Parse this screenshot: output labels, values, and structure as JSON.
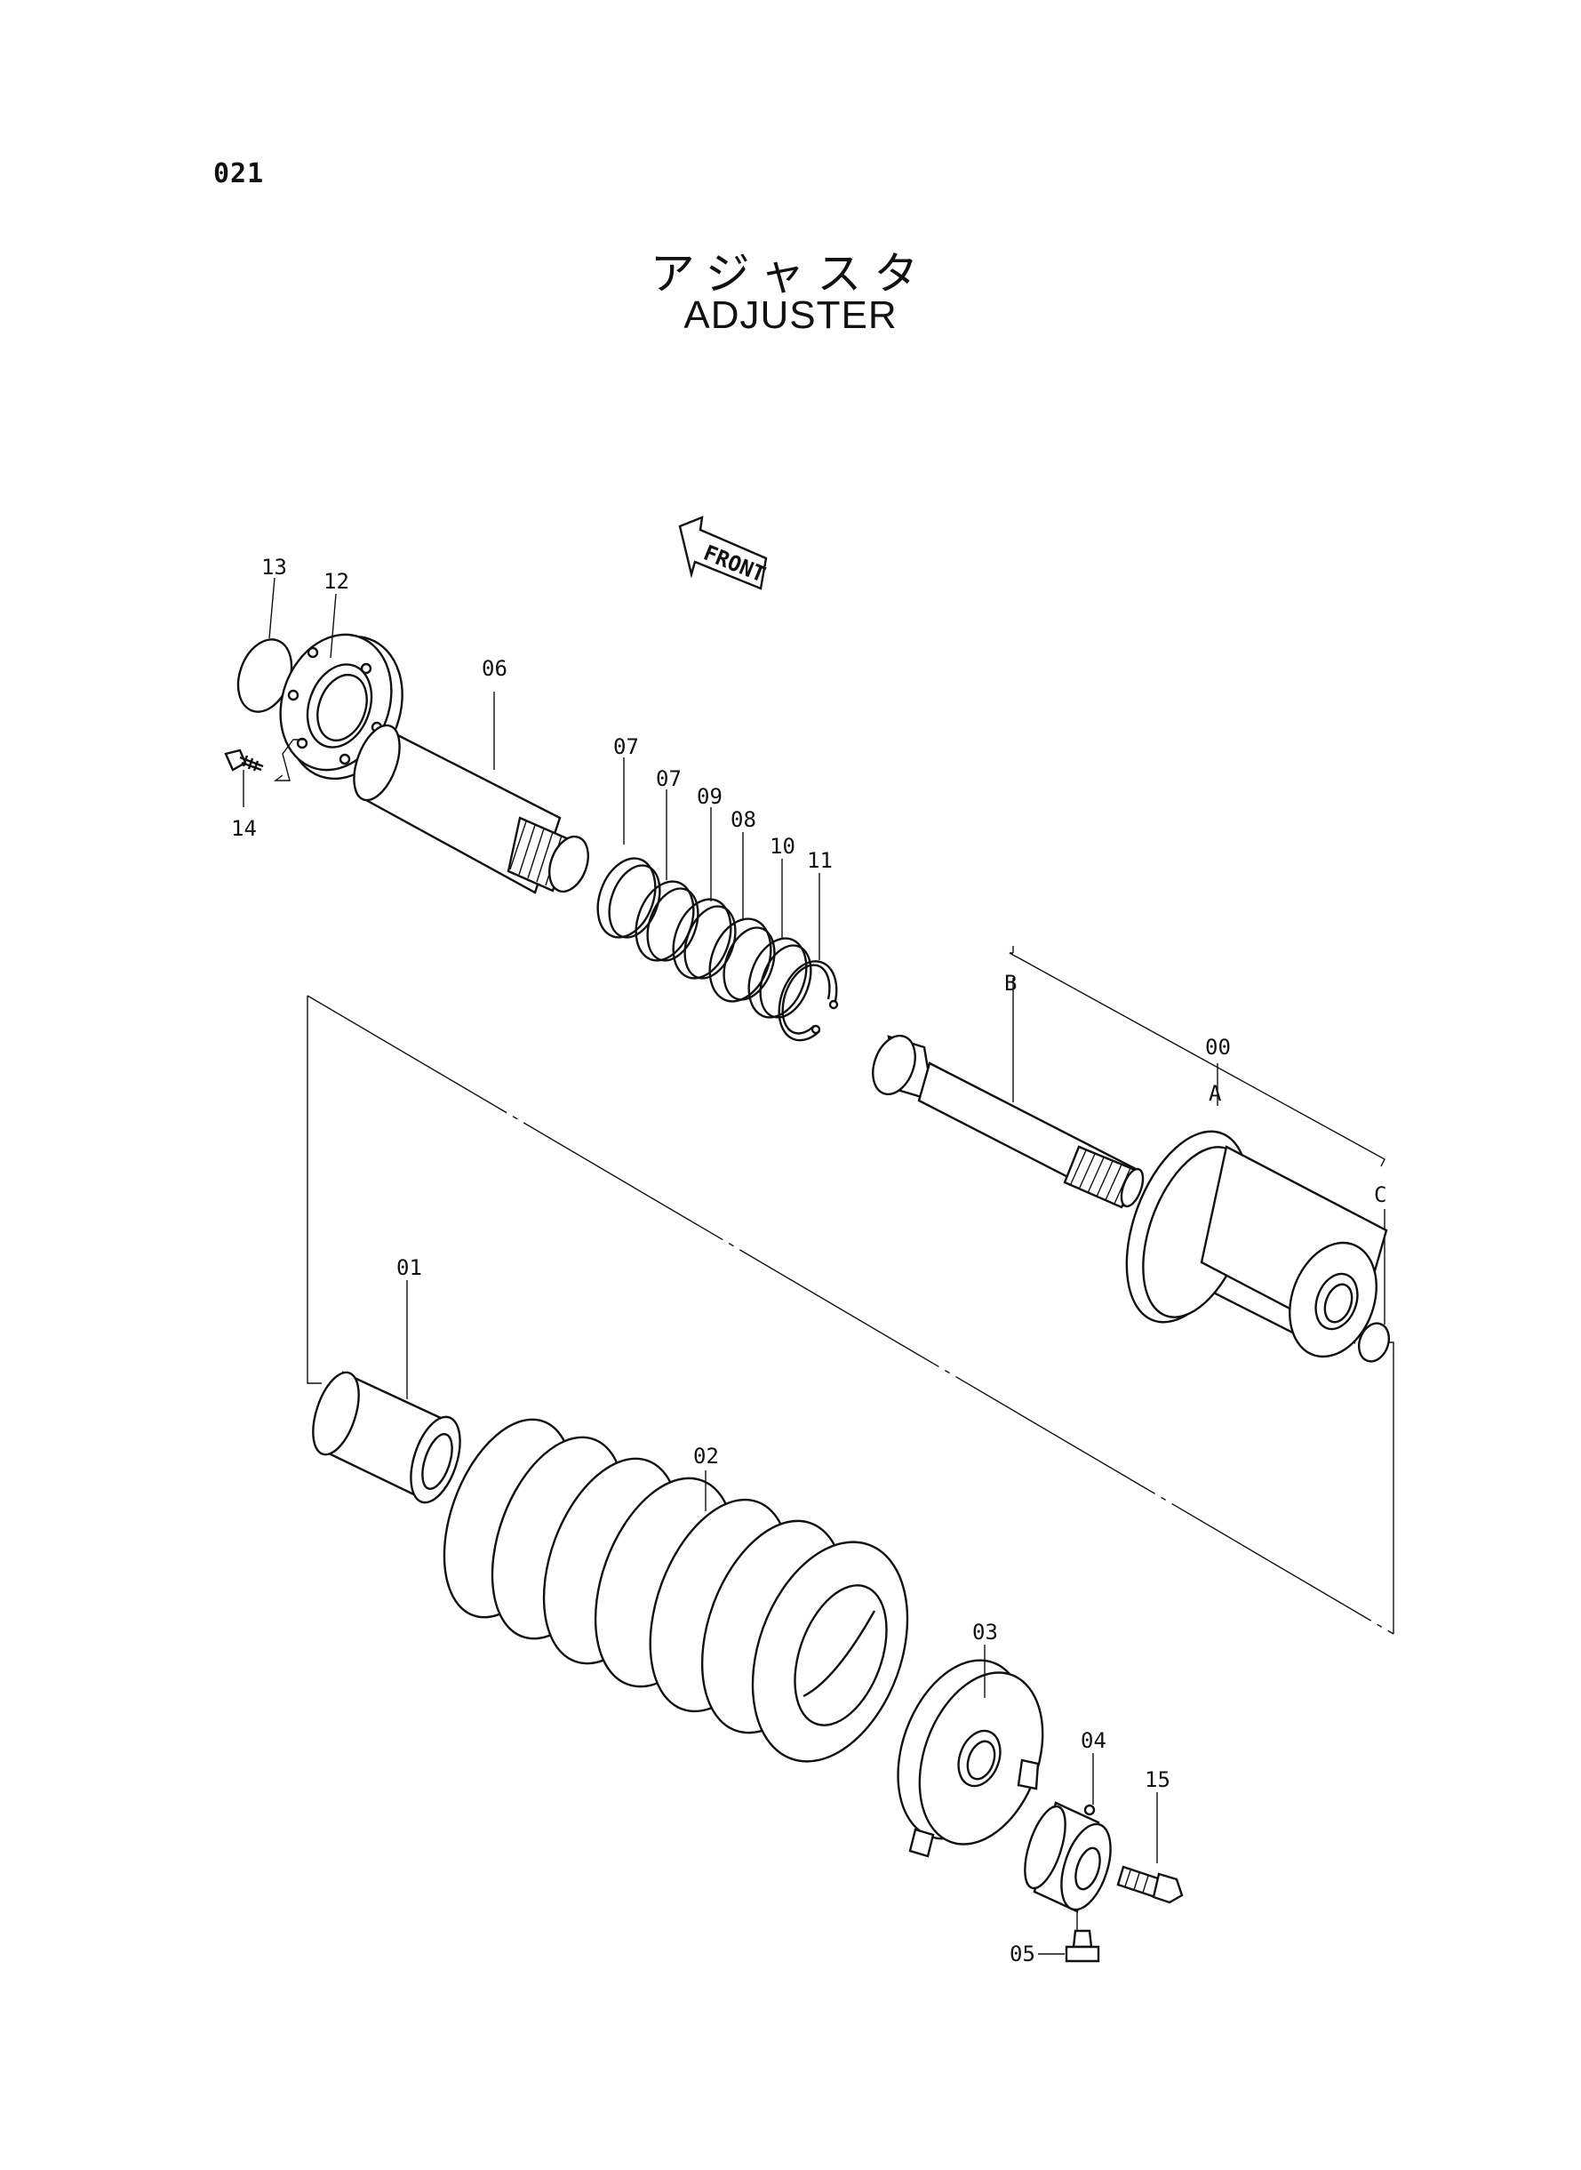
{
  "page_number": "021",
  "title_jp": "アジャスタ",
  "title_en": "ADJUSTER",
  "front_label": "FRONT",
  "callouts": [
    {
      "id": "13",
      "text": "13"
    },
    {
      "id": "12",
      "text": "12"
    },
    {
      "id": "14",
      "text": "14"
    },
    {
      "id": "06",
      "text": "06"
    },
    {
      "id": "07a",
      "text": "07"
    },
    {
      "id": "07b",
      "text": "07"
    },
    {
      "id": "09",
      "text": "09"
    },
    {
      "id": "08",
      "text": "08"
    },
    {
      "id": "10",
      "text": "10"
    },
    {
      "id": "11",
      "text": "11"
    },
    {
      "id": "B",
      "text": "B"
    },
    {
      "id": "00",
      "text": "00"
    },
    {
      "id": "A",
      "text": "A"
    },
    {
      "id": "C",
      "text": "C"
    },
    {
      "id": "01",
      "text": "01"
    },
    {
      "id": "02",
      "text": "02"
    },
    {
      "id": "03",
      "text": "03"
    },
    {
      "id": "04",
      "text": "04"
    },
    {
      "id": "15",
      "text": "15"
    },
    {
      "id": "05",
      "text": "05"
    }
  ]
}
